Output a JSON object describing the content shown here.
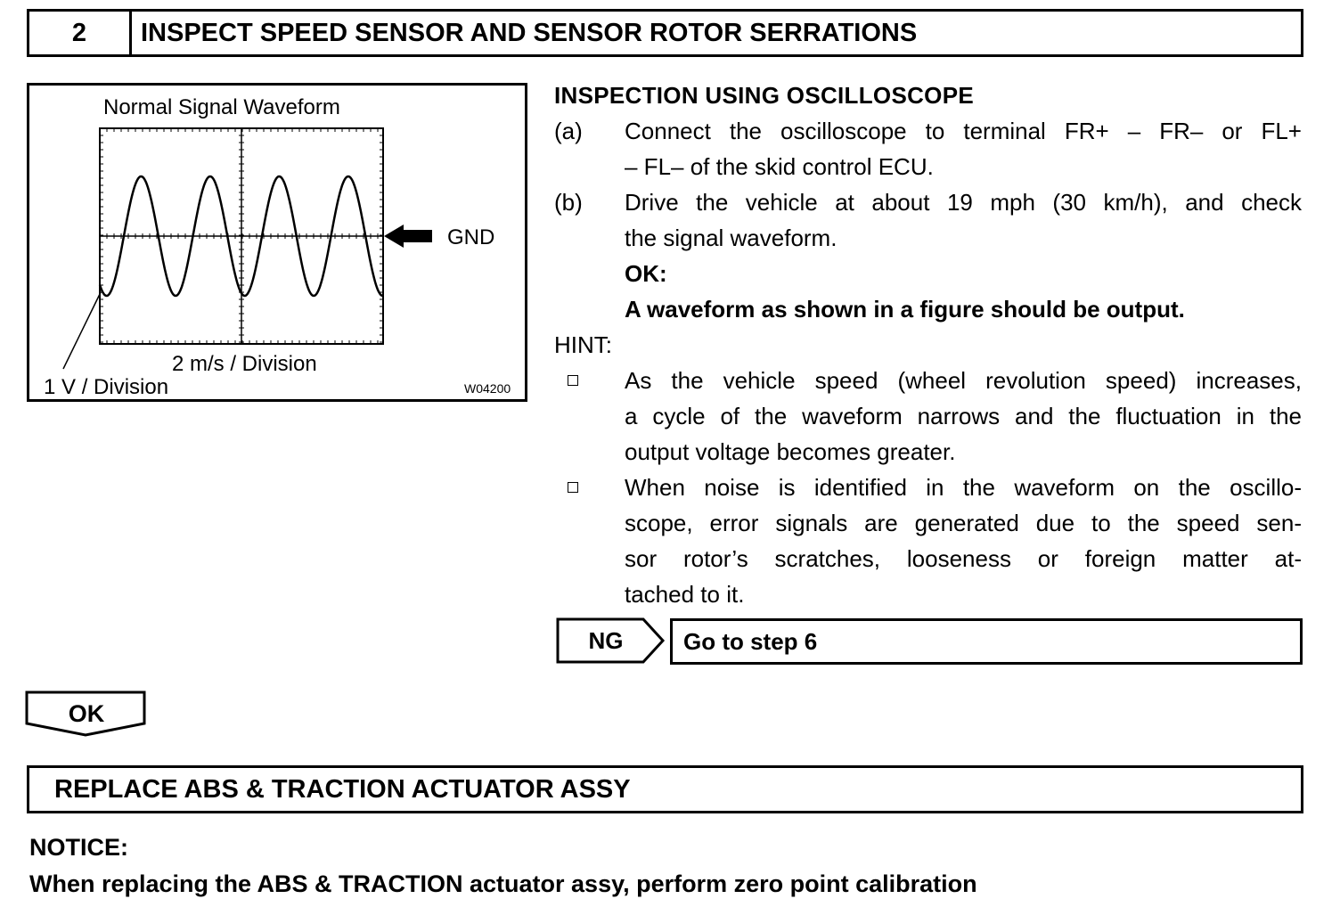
{
  "step": {
    "number": "2",
    "title": "INSPECT SPEED SENSOR AND SENSOR ROTOR SERRATIONS"
  },
  "figure": {
    "title": "Normal Signal Waveform",
    "gnd_label": "GND",
    "x_scale": "2 m/s / Division",
    "y_scale": "1 V / Division",
    "code": "W04200"
  },
  "inspection": {
    "title": "INSPECTION USING OSCILLOSCOPE",
    "steps": [
      {
        "marker": "(a)",
        "lines": [
          "Connect the oscilloscope to terminal FR+ – FR– or FL+",
          "– FL– of the skid control ECU."
        ]
      },
      {
        "marker": "(b)",
        "lines": [
          "Drive the vehicle at about 19 mph (30 km/h), and check",
          "the signal waveform."
        ]
      }
    ],
    "ok_label": "OK:",
    "ok_text": "A waveform as shown in a figure should be output.",
    "hint_label": "HINT:",
    "hints": [
      {
        "lines": [
          "As the vehicle speed (wheel revolution speed) increases,",
          "a cycle of the waveform narrows and the fluctuation in the",
          "output voltage becomes greater."
        ]
      },
      {
        "lines": [
          "When noise is identified in the waveform on the oscillo-",
          "scope, error signals are generated due to the speed sen-",
          "sor rotor’s scratches, looseness or foreign matter at-",
          "tached to it."
        ]
      }
    ]
  },
  "ng": {
    "label": "NG",
    "text": "Go to step 6"
  },
  "ok_flow": {
    "label": "OK"
  },
  "replace": {
    "title": "REPLACE ABS & TRACTION ACTUATOR ASSY"
  },
  "notice": {
    "label": "NOTICE:",
    "text": "When replacing the ABS & TRACTION actuator assy, perform zero point calibration"
  }
}
